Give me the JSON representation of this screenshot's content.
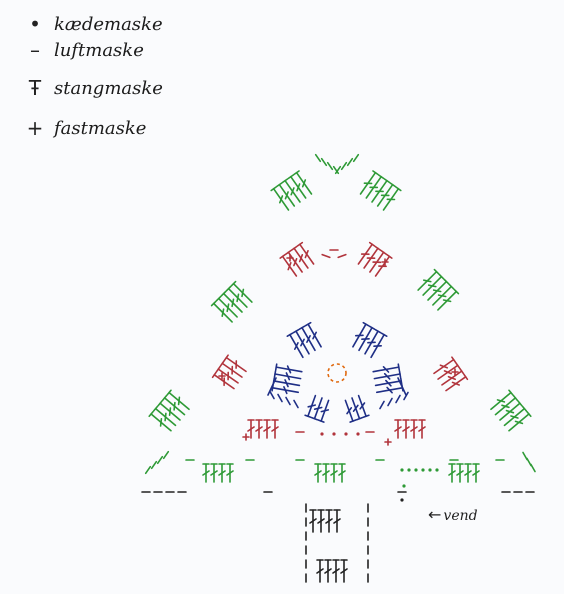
{
  "legend": {
    "items": [
      {
        "symbol": "•",
        "label": "kædemaske"
      },
      {
        "symbol": "–",
        "label": "luftmaske"
      },
      {
        "symbol": "Ŧ",
        "label": "stangmaske"
      },
      {
        "symbol": "+",
        "label": "fastmaske"
      }
    ]
  },
  "annotation": {
    "arrow": "←",
    "label": "vend"
  },
  "colors": {
    "round1": "#1f2f86",
    "round2": "#b1343c",
    "round3": "#2e9a36",
    "ink": "#222222",
    "center": "#e06a10"
  },
  "rounds": [
    {
      "color_key": "round1",
      "stitch": "stangmaske"
    },
    {
      "color_key": "round2",
      "stitch": "stangmaske"
    },
    {
      "color_key": "round3",
      "stitch": "stangmaske"
    }
  ]
}
